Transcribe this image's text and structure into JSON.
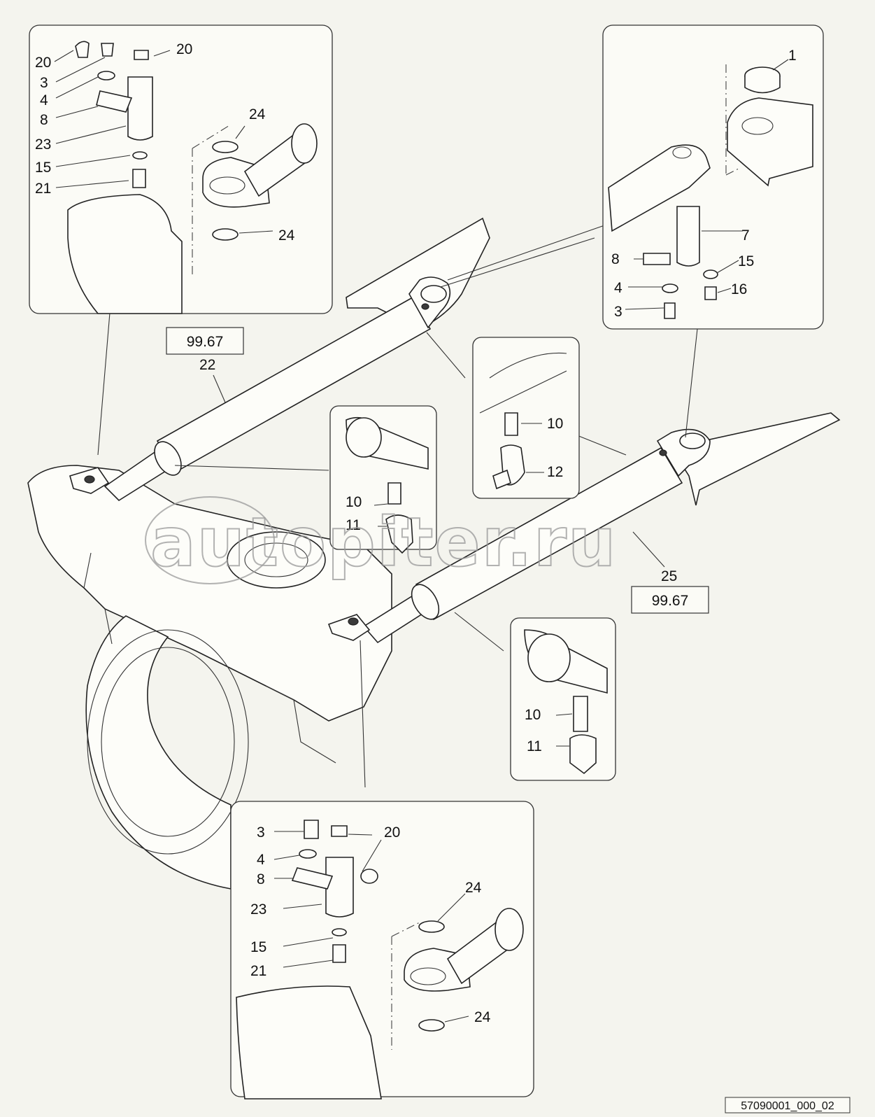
{
  "callouts": {
    "tl": {
      "a": "20",
      "b": "3",
      "c": "4",
      "d": "8",
      "e": "23",
      "f": "15",
      "g": "21",
      "h": "20",
      "i": "24",
      "j": "24"
    },
    "tr": {
      "a": "1",
      "b": "7",
      "c": "8",
      "d": "15",
      "e": "4",
      "f": "16",
      "g": "3"
    },
    "cl": {
      "a": "10",
      "b": "11"
    },
    "cr": {
      "a": "10",
      "b": "12"
    },
    "rm": {
      "a": "10",
      "b": "11"
    },
    "bm": {
      "a": "3",
      "b": "20",
      "c": "4",
      "d": "8",
      "e": "23",
      "f": "24",
      "g": "15",
      "h": "21",
      "i": "24"
    },
    "main": {
      "a": "22",
      "b": "25"
    }
  },
  "references": {
    "ref_top": "99.67",
    "ref_bottom": "99.67"
  },
  "watermark": "autopiter.ru",
  "figure_id": "57090001_000_02",
  "colors": {
    "background": "#f4f4ee",
    "line": "#222222"
  }
}
